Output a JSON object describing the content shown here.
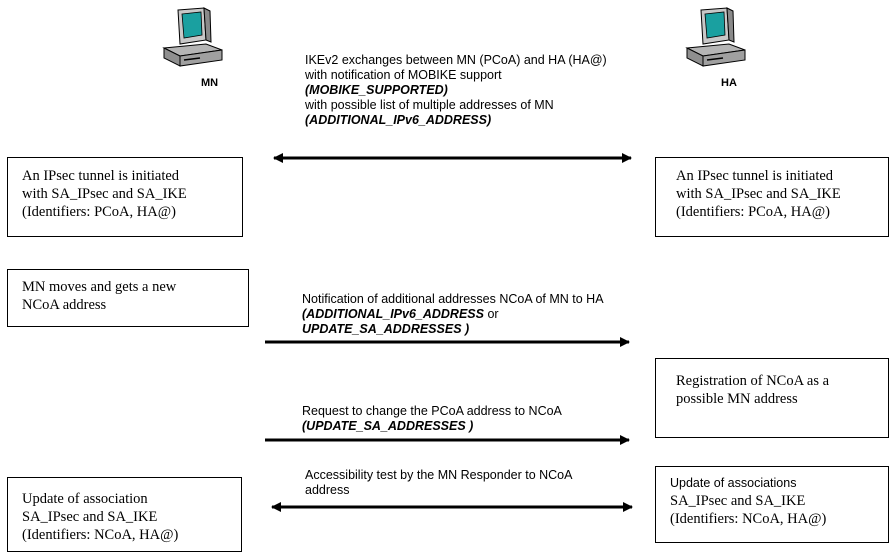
{
  "nodes": {
    "mn_label": "MN",
    "ha_label": "HA"
  },
  "messages": {
    "ike_exchange": {
      "line1": "IKEv2 exchanges between MN (PCoA) and HA (HA@)",
      "line2": "with notification of MOBIKE support",
      "line3": "(MOBIKE_SUPPORTED)",
      "line4": "with possible list of multiple addresses of MN",
      "line5": "(ADDITIONAL_IPv6_ADDRESS)"
    },
    "notify_addresses": {
      "line1": "Notification of additional addresses NCoA of MN to HA",
      "line2_bi": "(ADDITIONAL_IPv6_ADDRESS",
      "line2_plain": " or",
      "line3": "UPDATE_SA_ADDRESSES )"
    },
    "request_change": {
      "line1": "Request to change the PCoA address to NCoA",
      "line2": "(UPDATE_SA_ADDRESSES )"
    },
    "accessibility_test": {
      "line1": "Accessibility test by the MN Responder to NCoA",
      "line2": "address"
    }
  },
  "boxes": {
    "mn_tunnel": {
      "line1": "An IPsec tunnel is initiated",
      "line2": "with SA_IPsec and SA_IKE",
      "line3": "(Identifiers: PCoA, HA@)"
    },
    "ha_tunnel": {
      "line1": "An IPsec tunnel is initiated",
      "line2": "with SA_IPsec and SA_IKE",
      "line3": "(Identifiers: PCoA, HA@)"
    },
    "mn_moves": {
      "line1": "MN moves and gets a new",
      "line2": "NCoA address"
    },
    "ha_registration": {
      "line1": "Registration of NCoA as a",
      "line2": "possible MN address"
    },
    "mn_update": {
      "line1": "Update of association",
      "line2": "SA_IPsec and SA_IKE",
      "line3": "(Identifiers: NCoA, HA@)"
    },
    "ha_update": {
      "line1": "Update of associations",
      "line2": "SA_IPsec and SA_IKE",
      "line3": "(Identifiers: NCoA, HA@)"
    }
  },
  "colors": {
    "monitor_body": "#b0b0b0",
    "screen": "#1aa0a0",
    "line": "#000000"
  }
}
